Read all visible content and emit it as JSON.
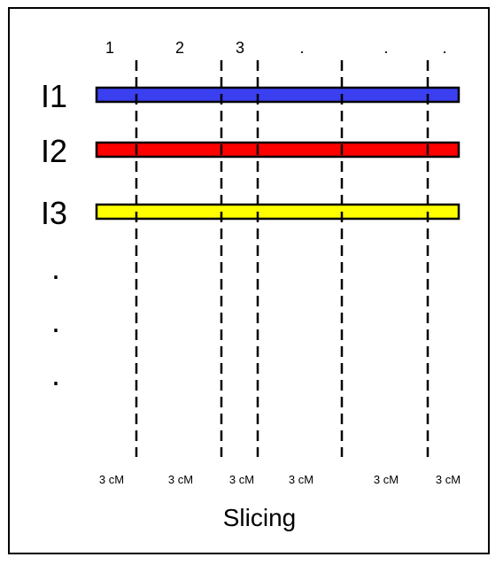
{
  "slices": {
    "labels": [
      "1",
      "2",
      "3",
      ".",
      ".",
      "."
    ]
  },
  "rows": [
    {
      "label": "I1",
      "color": "#3a3ff0"
    },
    {
      "label": "I2",
      "color": "#ff0000"
    },
    {
      "label": "I3",
      "color": "#ffff00"
    }
  ],
  "ellipsis_rows": [
    ".",
    ".",
    "."
  ],
  "cut_labels": [
    "3 cM",
    "3 cM",
    "3 cM",
    "3 cM",
    "3 cM",
    "3 cM"
  ],
  "caption": "Slicing"
}
